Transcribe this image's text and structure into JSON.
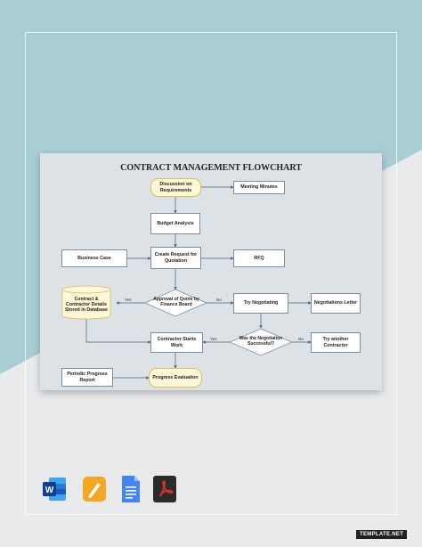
{
  "chart": {
    "title": "CONTRACT MANAGEMENT FLOWCHART",
    "nodes": {
      "discussion": "Discussion on Requirements",
      "meeting_minutes": "Meeting Minutes",
      "budget": "Budget Analysis",
      "business_case": "Business Case",
      "create_request": "Create Request for Quotation",
      "rfq": "RFQ",
      "contract_db": "Contract & Contractor Details Stored in Database",
      "approval": "Approval of Quote by Finance Board",
      "try_negotiating": "Try Negotiating",
      "negotiations_letter": "Negotiations Letter",
      "contractor_starts": "Contractor Starts Work",
      "negotiation_success": "Was the Negotiation Successful?",
      "try_another": "Try another Contractor",
      "periodic_report": "Periodic Progress Report",
      "progress_eval": "Progress Evaluation"
    },
    "edge_labels": {
      "approval_yes": "Yes",
      "approval_no": "No",
      "negotiation_yes": "Yes",
      "negotiation_no": "No"
    }
  },
  "file_icons": [
    "word-icon",
    "pages-icon",
    "google-docs-icon",
    "pdf-icon"
  ],
  "watermark": "TEMPLATE.NET",
  "colors": {
    "background_blue": "#a9cdd4",
    "background_gray": "#e9eaec",
    "card": "#dde2e7",
    "start_end_fill": "#fff8d6",
    "arrow": "#4a5f7a"
  }
}
